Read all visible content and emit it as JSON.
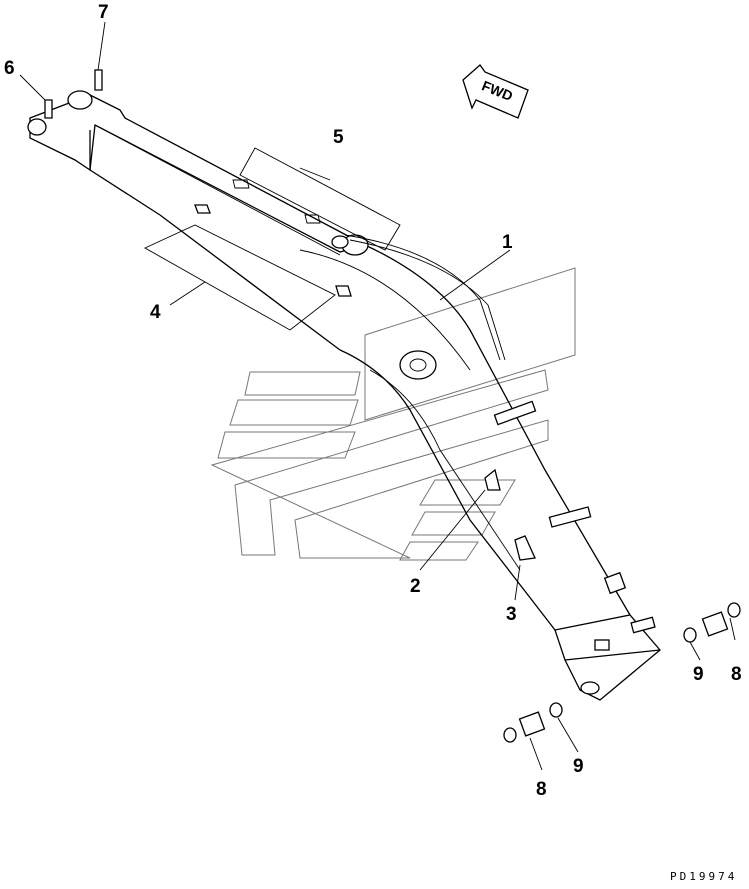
{
  "diagram": {
    "direction_label": "FWD",
    "drawing_code": "PD19974",
    "callouts": [
      "1",
      "2",
      "3",
      "4",
      "5",
      "6",
      "7",
      "8",
      "8",
      "9",
      "9"
    ]
  }
}
